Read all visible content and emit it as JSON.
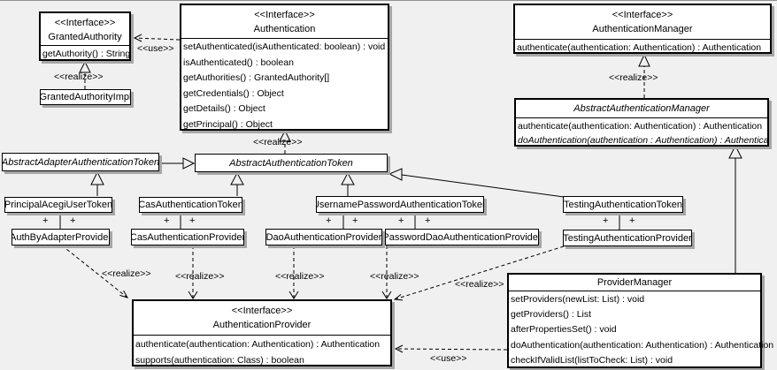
{
  "colors": {
    "background": "#f0f0f0",
    "box_background": "#ffffff",
    "line": "#000000",
    "shadow": "#a6a6a6"
  },
  "labels": {
    "realize": "<<realize>>",
    "use": "<<use>>",
    "plus": "+"
  },
  "classes": {
    "granted_authority": {
      "stereotype": "<<Interface>>",
      "name": "GrantedAuthority",
      "methods": [
        "getAuthority() : String"
      ]
    },
    "granted_authority_impl": {
      "name": "GrantedAuthorityImpl"
    },
    "authentication": {
      "stereotype": "<<Interface>>",
      "name": "Authentication",
      "methods": [
        "setAuthenticated(isAuthenticated: boolean) : void",
        "isAuthenticated() : boolean",
        "getAuthorities() : GrantedAuthority[]",
        "getCredentials() : Object",
        "getDetails() : Object",
        "getPrincipal() : Object"
      ]
    },
    "authentication_manager": {
      "stereotype": "<<Interface>>",
      "name": "AuthenticationManager",
      "methods": [
        "authenticate(authentication: Authentication) : Authentication"
      ]
    },
    "abstract_authentication_manager": {
      "name": "AbstractAuthenticationManager",
      "methods": [
        "authenticate(authentication: Authentication) : Authentication",
        "doAuthentication(authentication : Authentication) : Authentication"
      ]
    },
    "abstract_adapter_authentication_token": {
      "name": "AbstractAdapterAuthenticationToken"
    },
    "abstract_authentication_token": {
      "name": "AbstractAuthenticationToken"
    },
    "principal_acegi_user_token": {
      "name": "PrincipalAcegiUserToken"
    },
    "cas_authentication_token": {
      "name": "CasAuthenticationToken"
    },
    "username_password_authentication_token": {
      "name": "UsernamePasswordAuthenticationToken"
    },
    "testing_authentication_token": {
      "name": "TestingAuthenticationToken"
    },
    "auth_by_adapter_provider": {
      "name": "AuthByAdapterProvider"
    },
    "cas_authentication_provider": {
      "name": "CasAuthenticationProvider"
    },
    "dao_authentication_provider": {
      "name": "DaoAuthenticationProvider"
    },
    "password_dao_authentication_provider": {
      "name": "PasswordDaoAuthenticationProvider"
    },
    "testing_authentication_provider": {
      "name": "TestingAuthenticationProvider"
    },
    "authentication_provider": {
      "stereotype": "<<Interface>>",
      "name": "AuthenticationProvider",
      "methods": [
        "authenticate(authentication: Authentication) : Authentication",
        "supports(authentication: Class) : boolean"
      ]
    },
    "provider_manager": {
      "name": "ProviderManager",
      "methods": [
        "setProviders(newList: List) : void",
        "getProviders() : List",
        "afterPropertiesSet() : void",
        "doAuthentication(authentication: Authentication) : Authentication",
        "checkIfValidList(listToCheck: List) : void"
      ]
    }
  }
}
